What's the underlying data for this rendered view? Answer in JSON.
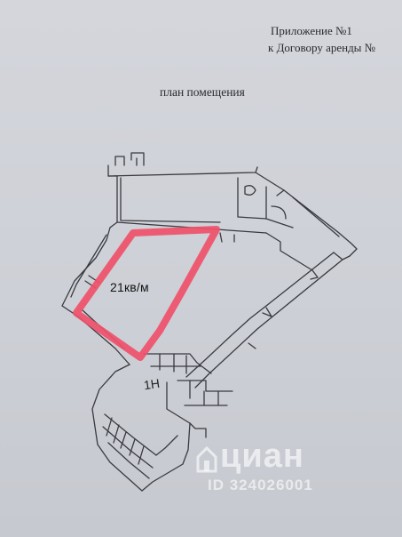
{
  "header": {
    "line1": "Приложение №1",
    "line2": "к Договору аренды №"
  },
  "title": "план помещения",
  "plan": {
    "area_label": "21кв/м",
    "unit_label": "1Н",
    "highlight_color": "#f0506a"
  },
  "watermark": {
    "logo": "циан",
    "id": "ID 324026001"
  }
}
